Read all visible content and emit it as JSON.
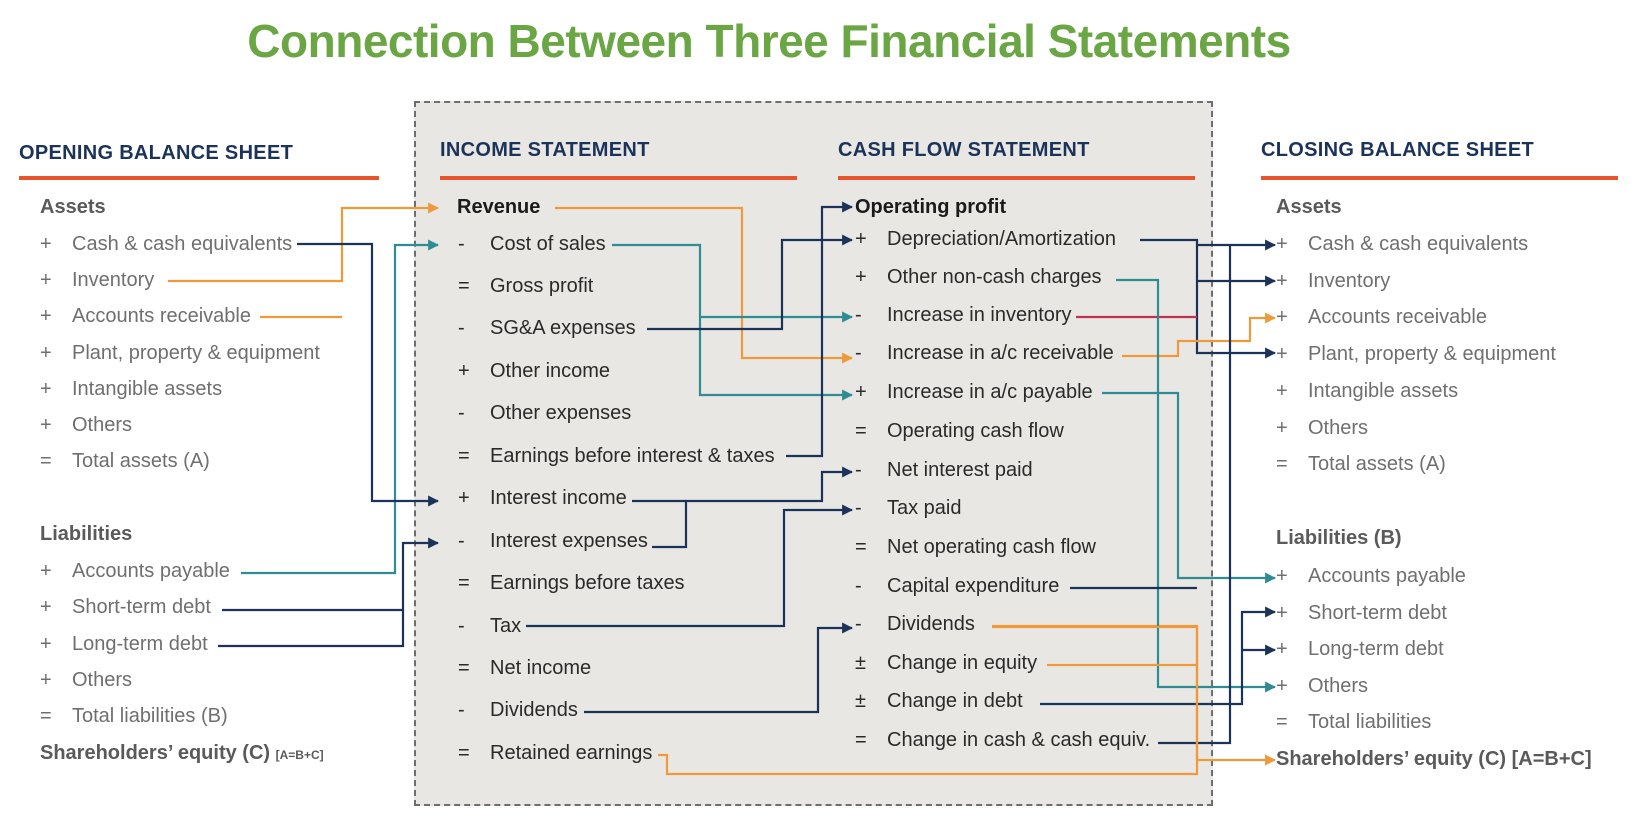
{
  "title": "Connection Between Three Financial Statements",
  "colors": {
    "navy": "#1c3359",
    "orange": "#ee9a3a",
    "teal": "#2f8c92",
    "red": "#c0314f",
    "green_title": "#6ba645",
    "rule": "#e8542b"
  },
  "opening": {
    "heading": "OPENING BALANCE SHEET",
    "assets_label": "Assets",
    "assets": [
      {
        "sym": "+",
        "label": "Cash & cash equivalents"
      },
      {
        "sym": "+",
        "label": "Inventory"
      },
      {
        "sym": "+",
        "label": "Accounts receivable"
      },
      {
        "sym": "+",
        "label": "Plant, property & equipment"
      },
      {
        "sym": "+",
        "label": "Intangible assets"
      },
      {
        "sym": "+",
        "label": "Others"
      },
      {
        "sym": "=",
        "label": "Total assets (A)"
      }
    ],
    "liab_label": "Liabilities",
    "liabilities": [
      {
        "sym": "+",
        "label": "Accounts payable"
      },
      {
        "sym": "+",
        "label": "Short-term debt"
      },
      {
        "sym": "+",
        "label": "Long-term debt"
      },
      {
        "sym": "+",
        "label": "Others"
      },
      {
        "sym": "=",
        "label": "Total liabilities (B)"
      }
    ],
    "equity_label": "Shareholders’ equity (C)",
    "equity_note": "[A=B+C]"
  },
  "income": {
    "heading": "INCOME STATEMENT",
    "revenue_label": "Revenue",
    "rows": [
      {
        "sym": "-",
        "label": "Cost of sales"
      },
      {
        "sym": "=",
        "label": "Gross profit"
      },
      {
        "sym": "-",
        "label": "SG&A expenses"
      },
      {
        "sym": "+",
        "label": "Other income"
      },
      {
        "sym": "-",
        "label": "Other expenses"
      },
      {
        "sym": "=",
        "label": "Earnings before interest & taxes"
      },
      {
        "sym": "+",
        "label": "Interest income"
      },
      {
        "sym": "-",
        "label": "Interest expenses"
      },
      {
        "sym": "=",
        "label": "Earnings before taxes"
      },
      {
        "sym": "-",
        "label": "Tax"
      },
      {
        "sym": "=",
        "label": "Net income"
      },
      {
        "sym": "-",
        "label": "Dividends"
      },
      {
        "sym": "=",
        "label": "Retained earnings"
      }
    ]
  },
  "cashflow": {
    "heading": "CASH FLOW STATEMENT",
    "op_label": "Operating profit",
    "rows": [
      {
        "sym": "+",
        "label": "Depreciation/Amortization"
      },
      {
        "sym": "+",
        "label": "Other non-cash charges"
      },
      {
        "sym": "-",
        "label": "Increase in inventory"
      },
      {
        "sym": "-",
        "label": "Increase in a/c receivable"
      },
      {
        "sym": "+",
        "label": "Increase in a/c payable"
      },
      {
        "sym": "=",
        "label": "Operating cash flow"
      },
      {
        "sym": "-",
        "label": "Net interest paid"
      },
      {
        "sym": "-",
        "label": "Tax paid"
      },
      {
        "sym": "=",
        "label": "Net operating cash flow"
      },
      {
        "sym": "-",
        "label": "Capital expenditure"
      },
      {
        "sym": "-",
        "label": "Dividends"
      },
      {
        "sym": "±",
        "label": "Change in equity"
      },
      {
        "sym": "±",
        "label": "Change in debt"
      },
      {
        "sym": "=",
        "label": "Change in cash & cash equiv."
      }
    ]
  },
  "closing": {
    "heading": "CLOSING BALANCE SHEET",
    "assets_label": "Assets",
    "assets": [
      {
        "sym": "+",
        "label": "Cash & cash equivalents"
      },
      {
        "sym": "+",
        "label": "Inventory"
      },
      {
        "sym": "+",
        "label": "Accounts receivable"
      },
      {
        "sym": "+",
        "label": "Plant, property & equipment"
      },
      {
        "sym": "+",
        "label": "Intangible assets"
      },
      {
        "sym": "+",
        "label": "Others"
      },
      {
        "sym": "=",
        "label": "Total assets (A)"
      }
    ],
    "liab_label": "Liabilities (B)",
    "liabilities": [
      {
        "sym": "+",
        "label": "Accounts payable"
      },
      {
        "sym": "+",
        "label": "Short-term debt"
      },
      {
        "sym": "+",
        "label": "Long-term debt"
      },
      {
        "sym": "+",
        "label": "Others"
      },
      {
        "sym": "=",
        "label": "Total liabilities"
      }
    ],
    "equity_label": "Shareholders’ equity (C) [A=B+C]"
  }
}
